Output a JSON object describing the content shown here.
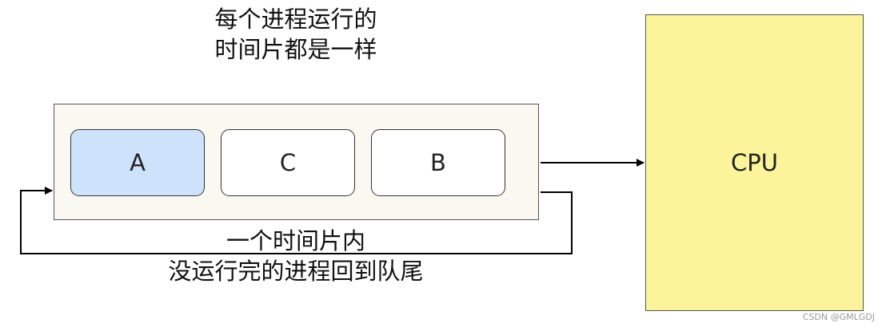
{
  "top_caption": {
    "line1": "每个进程运行的",
    "line2": "时间片都是一样"
  },
  "queue": {
    "processes": [
      {
        "label": "A",
        "highlighted": true
      },
      {
        "label": "C",
        "highlighted": false
      },
      {
        "label": "B",
        "highlighted": false
      }
    ]
  },
  "cpu": {
    "label": "CPU"
  },
  "bottom_caption": {
    "line1": "一个时间片内",
    "line2": "没运行完的进程回到队尾"
  },
  "watermark": "CSDN @GMLGDJ",
  "colors": {
    "highlight_fill": "#cfe2fb",
    "cpu_fill": "#fbf49a",
    "queue_fill": "#f9f9f2"
  }
}
